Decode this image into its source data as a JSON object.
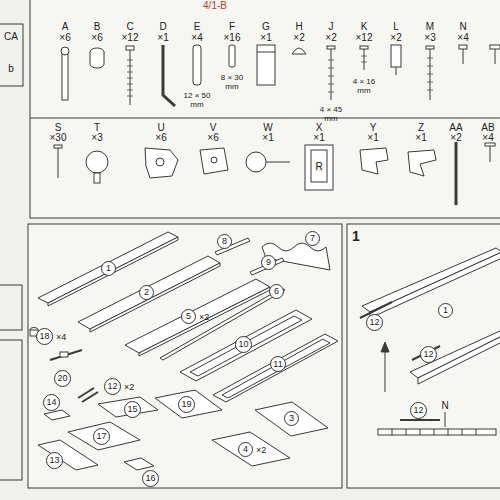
{
  "diagram": {
    "nodes": [
      {
        "text": [
          "1"
        ]
      },
      {
        "text": [
          "2"
        ]
      },
      {
        "text": [
          "5",
          "×2"
        ]
      },
      {
        "text": [
          "6"
        ]
      },
      {
        "text": [
          "7"
        ]
      },
      {
        "text": [
          "8"
        ]
      },
      {
        "text": [
          "9"
        ]
      },
      {
        "text": [
          "10"
        ]
      },
      {
        "text": [
          "11"
        ]
      },
      {
        "text": [
          "18",
          "×4"
        ]
      },
      {
        "text": [
          "20"
        ]
      },
      {
        "text": [
          "12",
          "×2"
        ]
      },
      {
        "text": [
          "14"
        ]
      },
      {
        "text": [
          "15"
        ]
      },
      {
        "text": [
          "17"
        ]
      },
      {
        "text": [
          "19"
        ]
      },
      {
        "text": [
          "3"
        ]
      },
      {
        "text": [
          "13"
        ]
      },
      {
        "text": [
          "16"
        ]
      },
      {
        "text": [
          "4",
          "×2"
        ]
      },
      {
        "text": [
          "12"
        ]
      },
      {
        "text": [
          "1"
        ]
      },
      {
        "text": [
          "12"
        ]
      },
      {
        "text": [
          "12"
        ]
      }
    ],
    "labels": [
      "A",
      "×6",
      "B",
      "×6",
      "C",
      "×12",
      "D",
      "×1",
      "E",
      "×4",
      "F",
      "×16",
      "G",
      "×1",
      "H",
      "×2",
      "J",
      "×2",
      "K",
      "×12",
      "L",
      "×2",
      "M",
      "×3",
      "N",
      "×4",
      "12 × 50 mm",
      "8 × 30 mm",
      "4 × 45 mm",
      "4 × 16 mm",
      "S",
      "×30",
      "T",
      "×3",
      "U",
      "×6",
      "V",
      "×6",
      "W",
      "×1",
      "X",
      "×1",
      "Y",
      "×1",
      "Z",
      "×1",
      "AA",
      "×2",
      "AB",
      "×4",
      "R",
      "1",
      "N",
      "CA",
      "b",
      "4/1-B"
    ]
  }
}
